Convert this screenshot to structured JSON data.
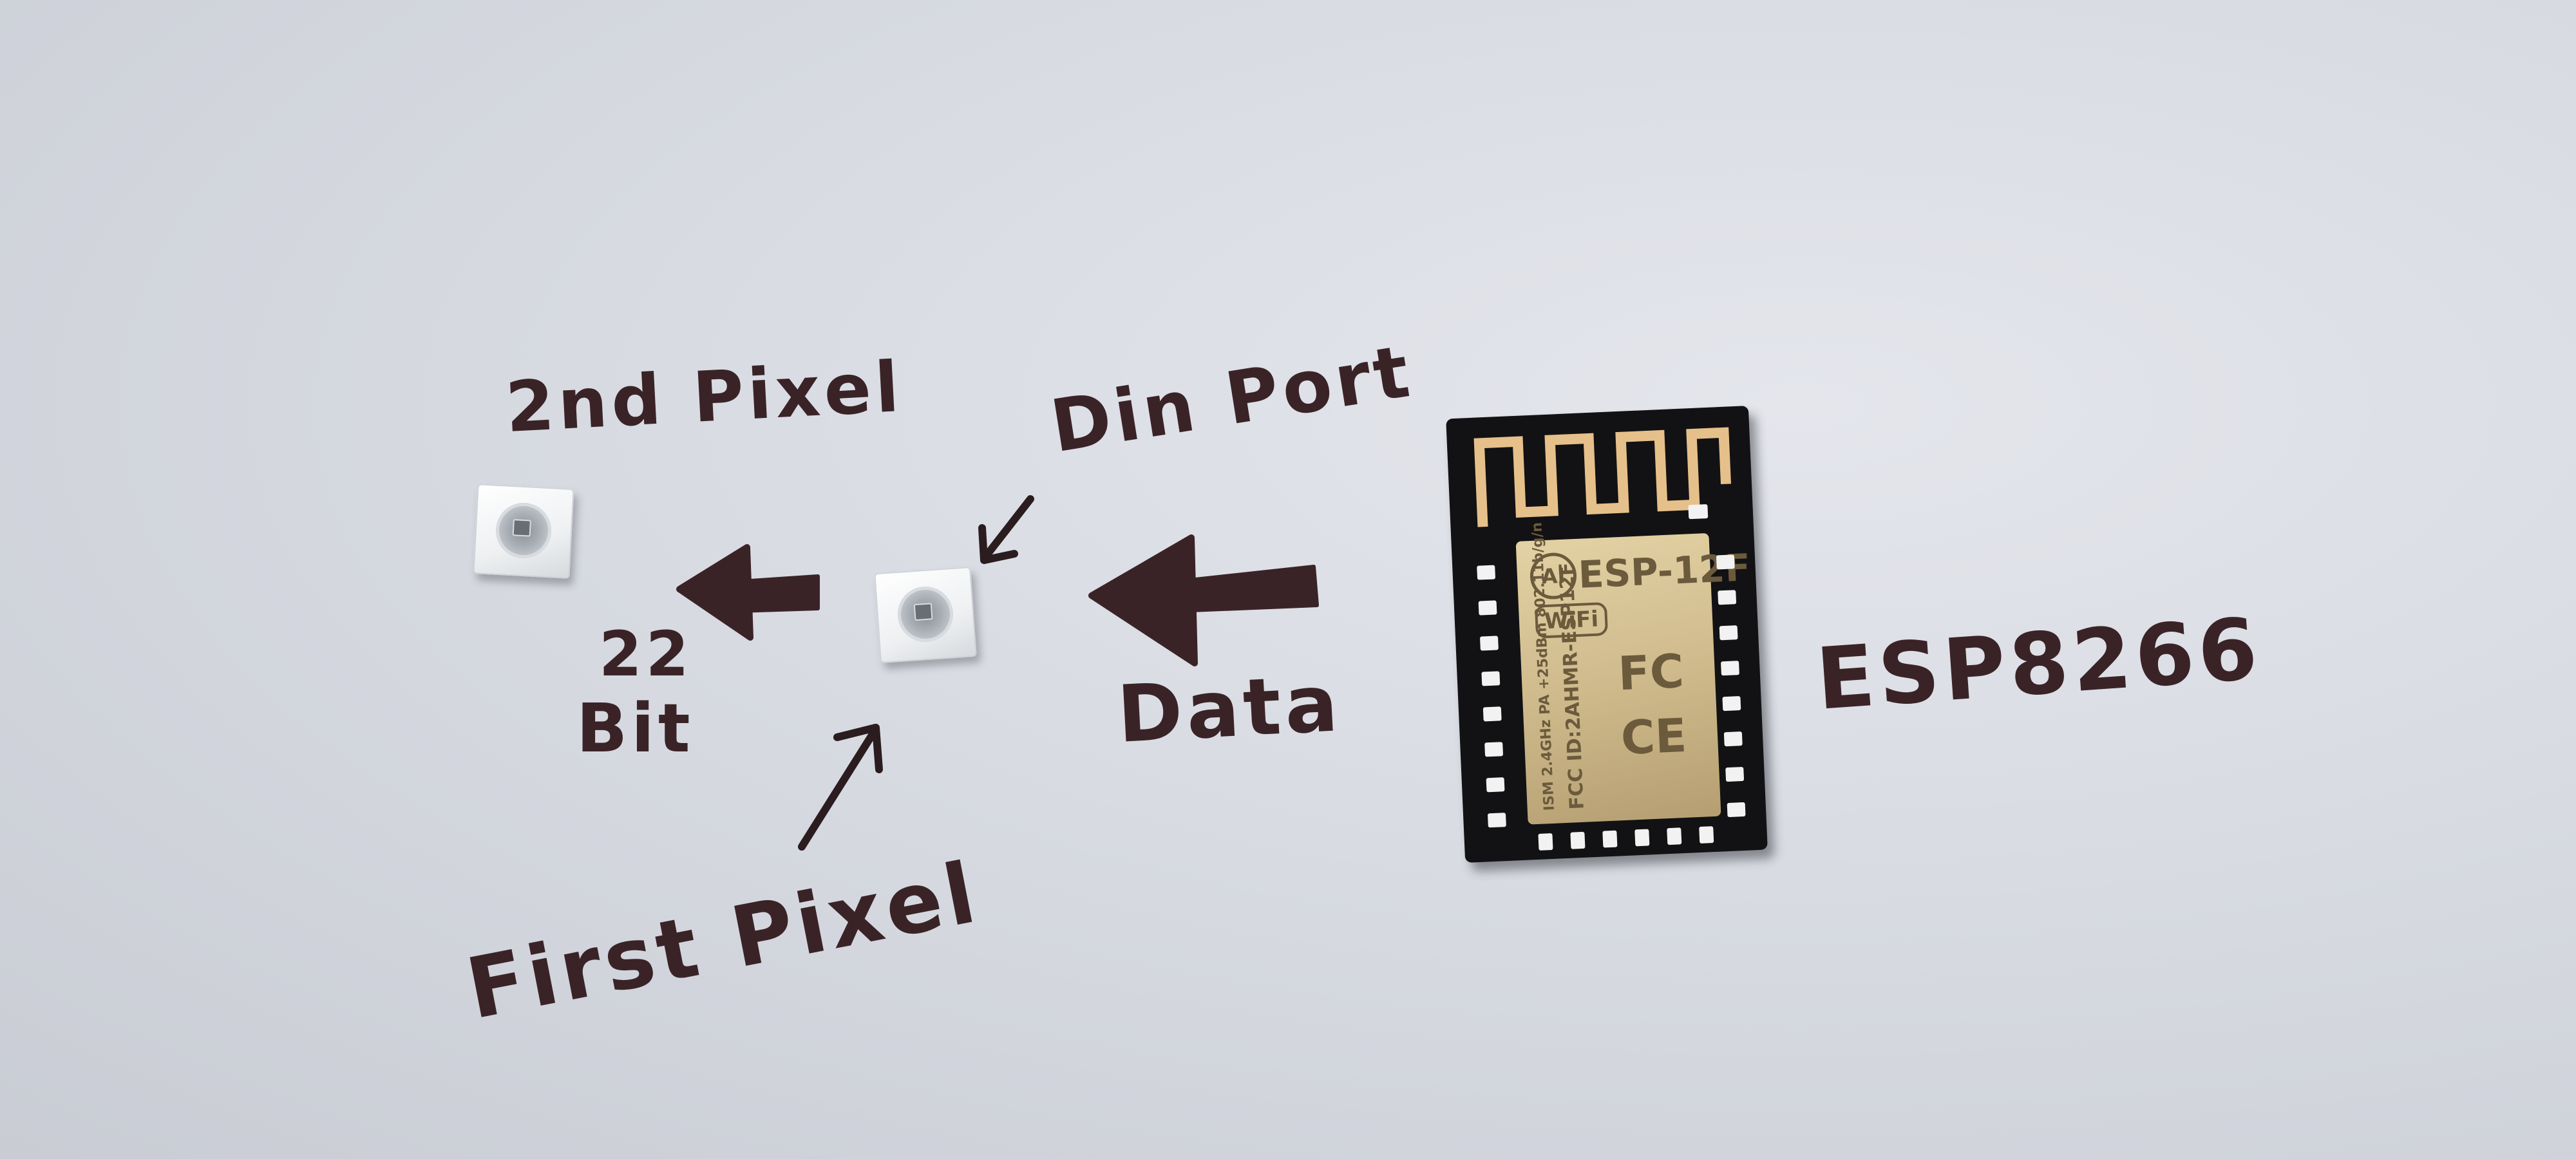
{
  "labels": {
    "second_pixel": "2nd Pixel",
    "din_port": "Din Port",
    "bits_number": "22",
    "bits_word": "Bit",
    "data": "Data",
    "first_pixel": "First Pixel",
    "esp": "ESP8266"
  },
  "module": {
    "badge": "AI",
    "model": "ESP-12F",
    "wifi": "WiFi",
    "fcc_id": "FCC ID:2AHMR-ESP12F",
    "ism": "ISM 2.4GHz PA +25dBm 802.11b/g/n",
    "fc_mark": "FC",
    "ce_mark": "CE"
  },
  "colors": {
    "paper": "#d8dbe2",
    "ink": "#3a2326",
    "module_black": "#121214",
    "shield_gold": "#cdb88a",
    "antenna_copper": "#e6c08a"
  }
}
